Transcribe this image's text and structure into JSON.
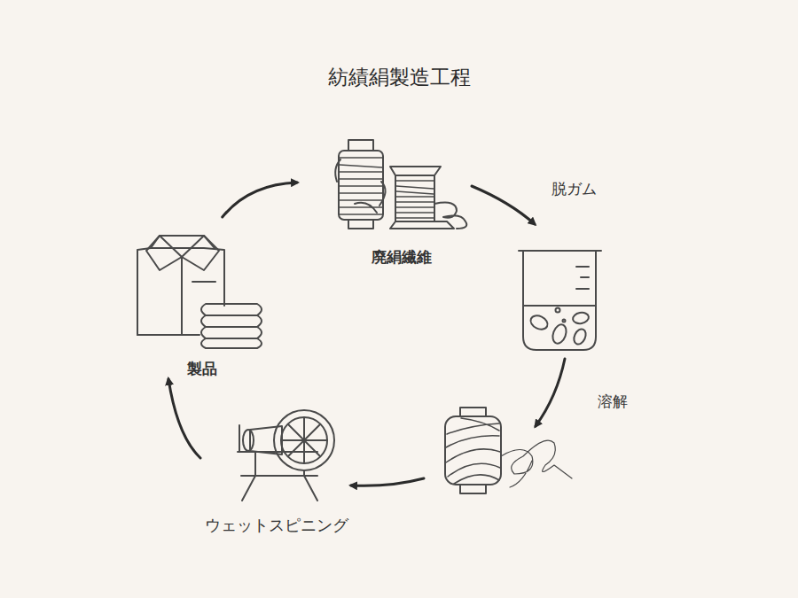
{
  "diagram": {
    "title": "紡績絹製造工程",
    "nodes": [
      {
        "text": [
          "廃絹繊維"
        ]
      },
      {
        "text": [
          "製品"
        ]
      },
      {
        "text": [
          "ウェットスピニング"
        ]
      }
    ],
    "edges": [
      {
        "from": 1,
        "to": 0,
        "arrow": "to"
      },
      {
        "from": 2,
        "to": 1,
        "arrow": "to"
      }
    ],
    "labels": [
      "脱ガム",
      "溶解"
    ]
  }
}
